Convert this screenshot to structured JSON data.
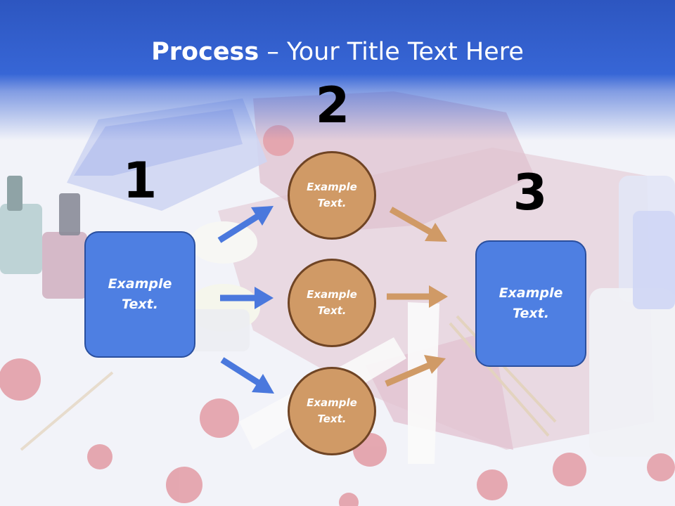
{
  "slide": {
    "title_bold": "Process",
    "title_rest": " – Your Title Text Here"
  },
  "steps": [
    {
      "number": "1",
      "text": "Example\nText."
    },
    {
      "number": "2",
      "items": [
        "Example\nText.",
        "Example\nText.",
        "Example\nText."
      ]
    },
    {
      "number": "3",
      "text": "Example\nText."
    }
  ],
  "colors": {
    "header_blue": "#3766d6",
    "box_blue": "#4e7fe2",
    "circle_tan": "#d09a66",
    "arrow_blue": "#4a78dd",
    "arrow_tan": "#d09a66"
  }
}
